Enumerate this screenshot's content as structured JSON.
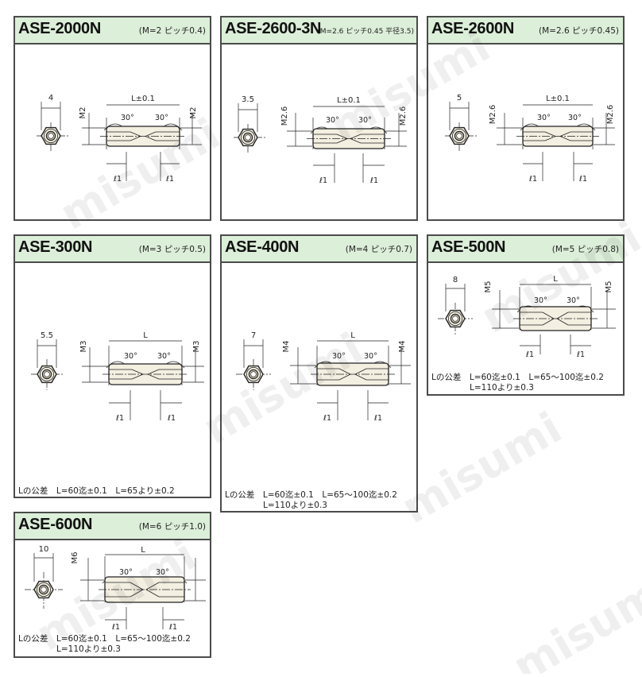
{
  "panels": [
    {
      "title": "ASE-2000N",
      "spec": "(M=2 ピッチ0.4)",
      "hex_size": "4",
      "thread": "M2",
      "length_label": "L±0.1",
      "angle": "30°",
      "ell": "ℓ1",
      "tolerance_line1": "",
      "tolerance_line2": ""
    },
    {
      "title": "ASE-2600-3N",
      "spec": "(M=2.6 ピッチ0.45 平径3.5)",
      "hex_size": "3.5",
      "thread": "M2.6",
      "length_label": "L±0.1",
      "angle": "30°",
      "ell": "ℓ1",
      "tolerance_line1": "",
      "tolerance_line2": ""
    },
    {
      "title": "ASE-2600N",
      "spec": "(M=2.6 ピッチ0.45)",
      "hex_size": "5",
      "thread": "M2.6",
      "length_label": "L±0.1",
      "angle": "30°",
      "ell": "ℓ1",
      "tolerance_line1": "",
      "tolerance_line2": ""
    },
    {
      "title": "ASE-300N",
      "spec": "(M=3 ピッチ0.5)",
      "hex_size": "5.5",
      "thread": "M3",
      "length_label": "L",
      "angle": "30°",
      "ell": "ℓ1",
      "tolerance_line1": "Lの公差　L=60迄±0.1　L=65より±0.2",
      "tolerance_line2": ""
    },
    {
      "title": "ASE-400N",
      "spec": "(M=4 ピッチ0.7)",
      "hex_size": "7",
      "thread": "M4",
      "length_label": "L",
      "angle": "30°",
      "ell": "ℓ1",
      "tolerance_line1": "Lの公差　L=60迄±0.1　L=65〜100迄±0.2",
      "tolerance_line2": "L=110より±0.3"
    },
    {
      "title": "ASE-500N",
      "spec": "(M=5 ピッチ0.8)",
      "hex_size": "8",
      "thread": "M5",
      "length_label": "L",
      "angle": "30°",
      "ell": "ℓ1",
      "tolerance_line1": "Lの公差　L=60迄±0.1　L=65〜100迄±0.2",
      "tolerance_line2": "L=110より±0.3"
    },
    {
      "title": "ASE-600N",
      "spec": "(M=6 ピッチ1.0)",
      "hex_size": "10",
      "thread": "M6",
      "length_label": "L",
      "angle": "30°",
      "ell": "ℓ1",
      "tolerance_line1": "Lの公差　L=60迄±0.1　L=65〜100迄±0.2",
      "tolerance_line2": "L=110より±0.3"
    }
  ],
  "watermark": "misumi",
  "colors": {
    "header_bg": "#dcefd9",
    "border": "#4b4b4b",
    "body_fill": "#f3efe1"
  }
}
